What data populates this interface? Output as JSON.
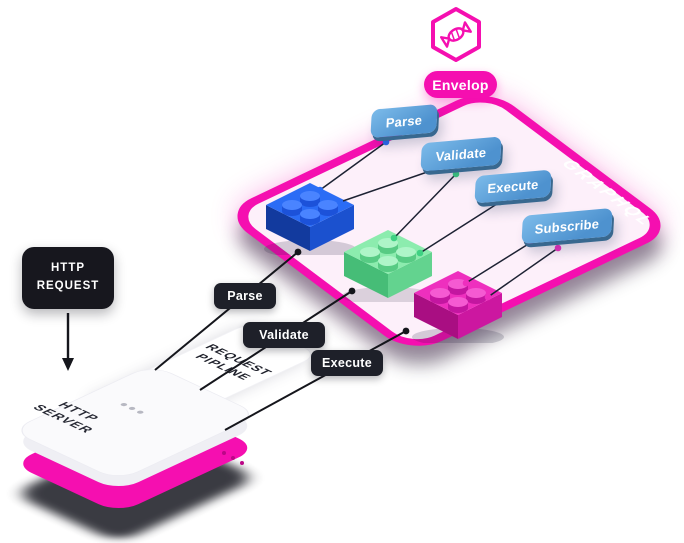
{
  "colors": {
    "magenta": "#f50fb0",
    "panel_fill": "#fdf0fa",
    "tag_blue_light": "#7cbbea",
    "tag_blue_dark": "#4e92cf",
    "pill_dark": "#1e2029",
    "connector": "#1d2233",
    "pipeline_line": "#15161c"
  },
  "envelop": {
    "badge_label": "Envelop",
    "watermark": "GRAPHQL",
    "icon": "candy-hexagon-icon",
    "plugins": [
      {
        "label": "Parse"
      },
      {
        "label": "Validate"
      },
      {
        "label": "Execute"
      },
      {
        "label": "Subscribe"
      }
    ]
  },
  "bricks": {
    "blue": {
      "top": "#2b6cf5",
      "left": "#123a9e",
      "right": "#1b51cf",
      "stud_side": "#1c52d9",
      "stud_top": "#4a84ff",
      "dot": "#2b6cf5"
    },
    "green": {
      "top": "#8cecae",
      "left": "#46bd77",
      "right": "#63d38f",
      "stud_side": "#57cb84",
      "stud_top": "#aef5c8",
      "dot": "#3fd183"
    },
    "pink": {
      "top": "#ee2fbe",
      "left": "#a90e82",
      "right": "#cc17a0",
      "stud_side": "#c316a0",
      "stud_top": "#f55ad2",
      "dot": "#ee2fbe"
    }
  },
  "pipeline": {
    "steps": [
      {
        "label": "Parse"
      },
      {
        "label": "Validate"
      },
      {
        "label": "Execute"
      }
    ]
  },
  "http_request": {
    "line1": "HTTP",
    "line2": "REQUEST"
  },
  "server": {
    "line1": "HTTP",
    "line2": "SERVER"
  },
  "card": {
    "line1": "REQUEST",
    "line2": "PIPLINE"
  }
}
